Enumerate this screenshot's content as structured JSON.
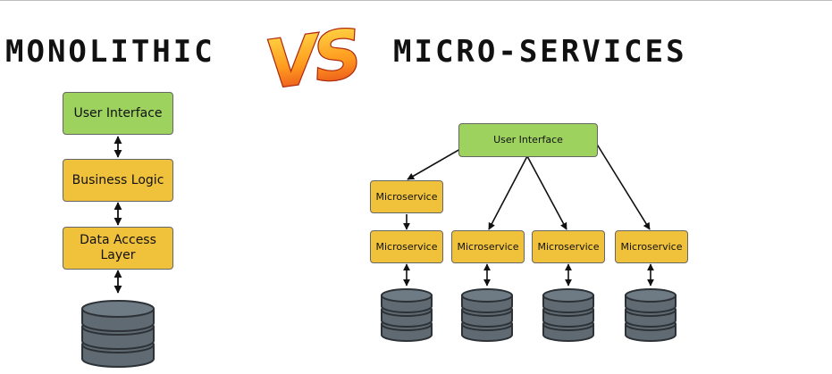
{
  "headings": {
    "left": "MONOLITHIC",
    "center": "VS",
    "right": "MICRO-SERVICES"
  },
  "monolithic": {
    "user_interface": "User Interface",
    "business_logic": "Business Logic",
    "data_access_layer": "Data Access Layer"
  },
  "microservices": {
    "user_interface": "User Interface",
    "services": [
      "Microservice",
      "Microservice",
      "Microservice",
      "Microservice",
      "Microservice"
    ]
  },
  "colors": {
    "ui_box": "#9dd25f",
    "logic_box": "#f0c23c",
    "database": "#5f6a73",
    "vs_gradient_top": "#ffe14d",
    "vs_gradient_bottom": "#e23a1a"
  }
}
